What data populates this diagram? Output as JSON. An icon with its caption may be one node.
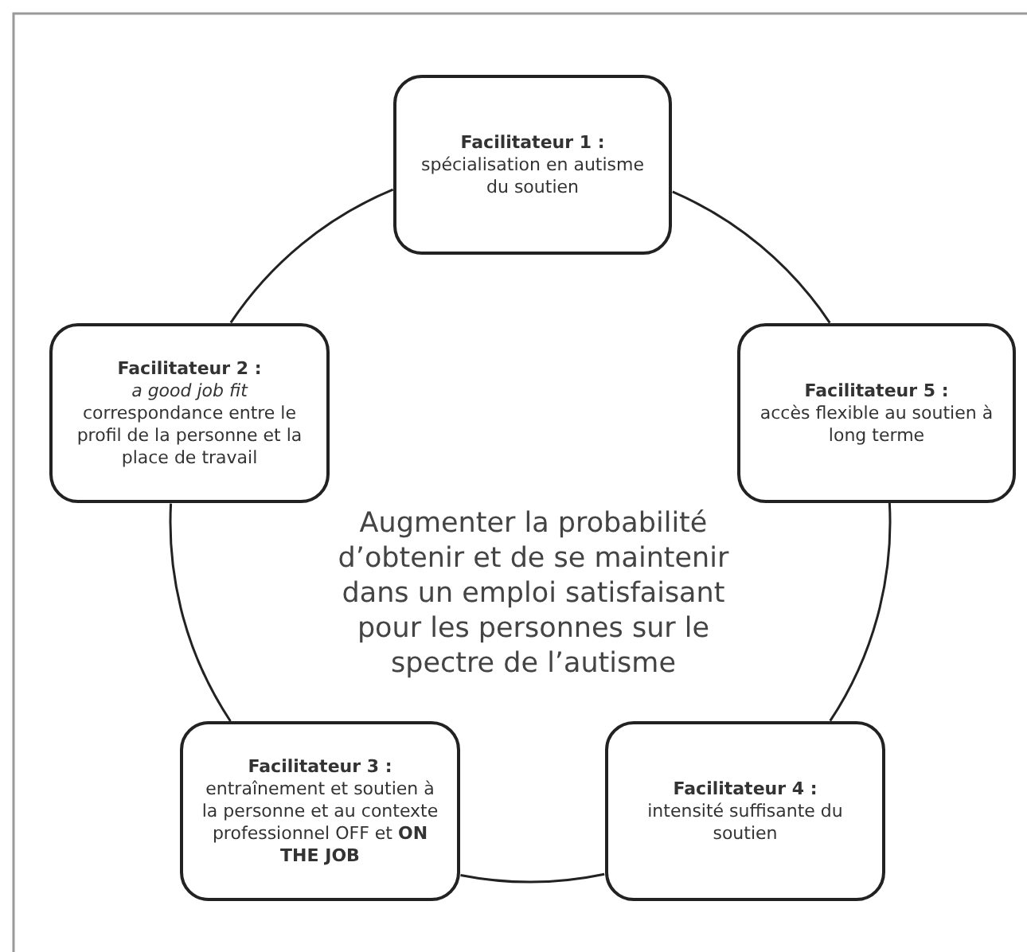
{
  "diagram": {
    "nodes": [
      {
        "text": [
          "Facilitateur 1 :",
          "spécialisation en autisme du soutien"
        ]
      },
      {
        "text": [
          "Facilitateur 2 :",
          "a good job fit",
          "correspondance entre le profil de la personne et la place de travail"
        ]
      },
      {
        "text": [
          "Facilitateur 5 :",
          "accès flexible au soutien à long terme"
        ]
      },
      {
        "text": [
          "Facilitateur 3 :",
          "entraînement et soutien à la personne et au contexte professionnel OFF et **ON THE JOB**"
        ]
      },
      {
        "text": [
          "Facilitateur 4 :",
          "intensité suffisante du soutien"
        ]
      }
    ],
    "edges": [
      {
        "from": 0,
        "to": 2,
        "arrow": "none"
      },
      {
        "from": 2,
        "to": 4,
        "arrow": "none"
      },
      {
        "from": 4,
        "to": 3,
        "arrow": "none"
      },
      {
        "from": 3,
        "to": 1,
        "arrow": "none"
      },
      {
        "from": 1,
        "to": 0,
        "arrow": "none"
      }
    ],
    "labels": [
      "Augmenter la probabilité d’obtenir et de se maintenir dans un emploi satisfaisant pour les personnes sur le spectre de l’autisme"
    ]
  }
}
